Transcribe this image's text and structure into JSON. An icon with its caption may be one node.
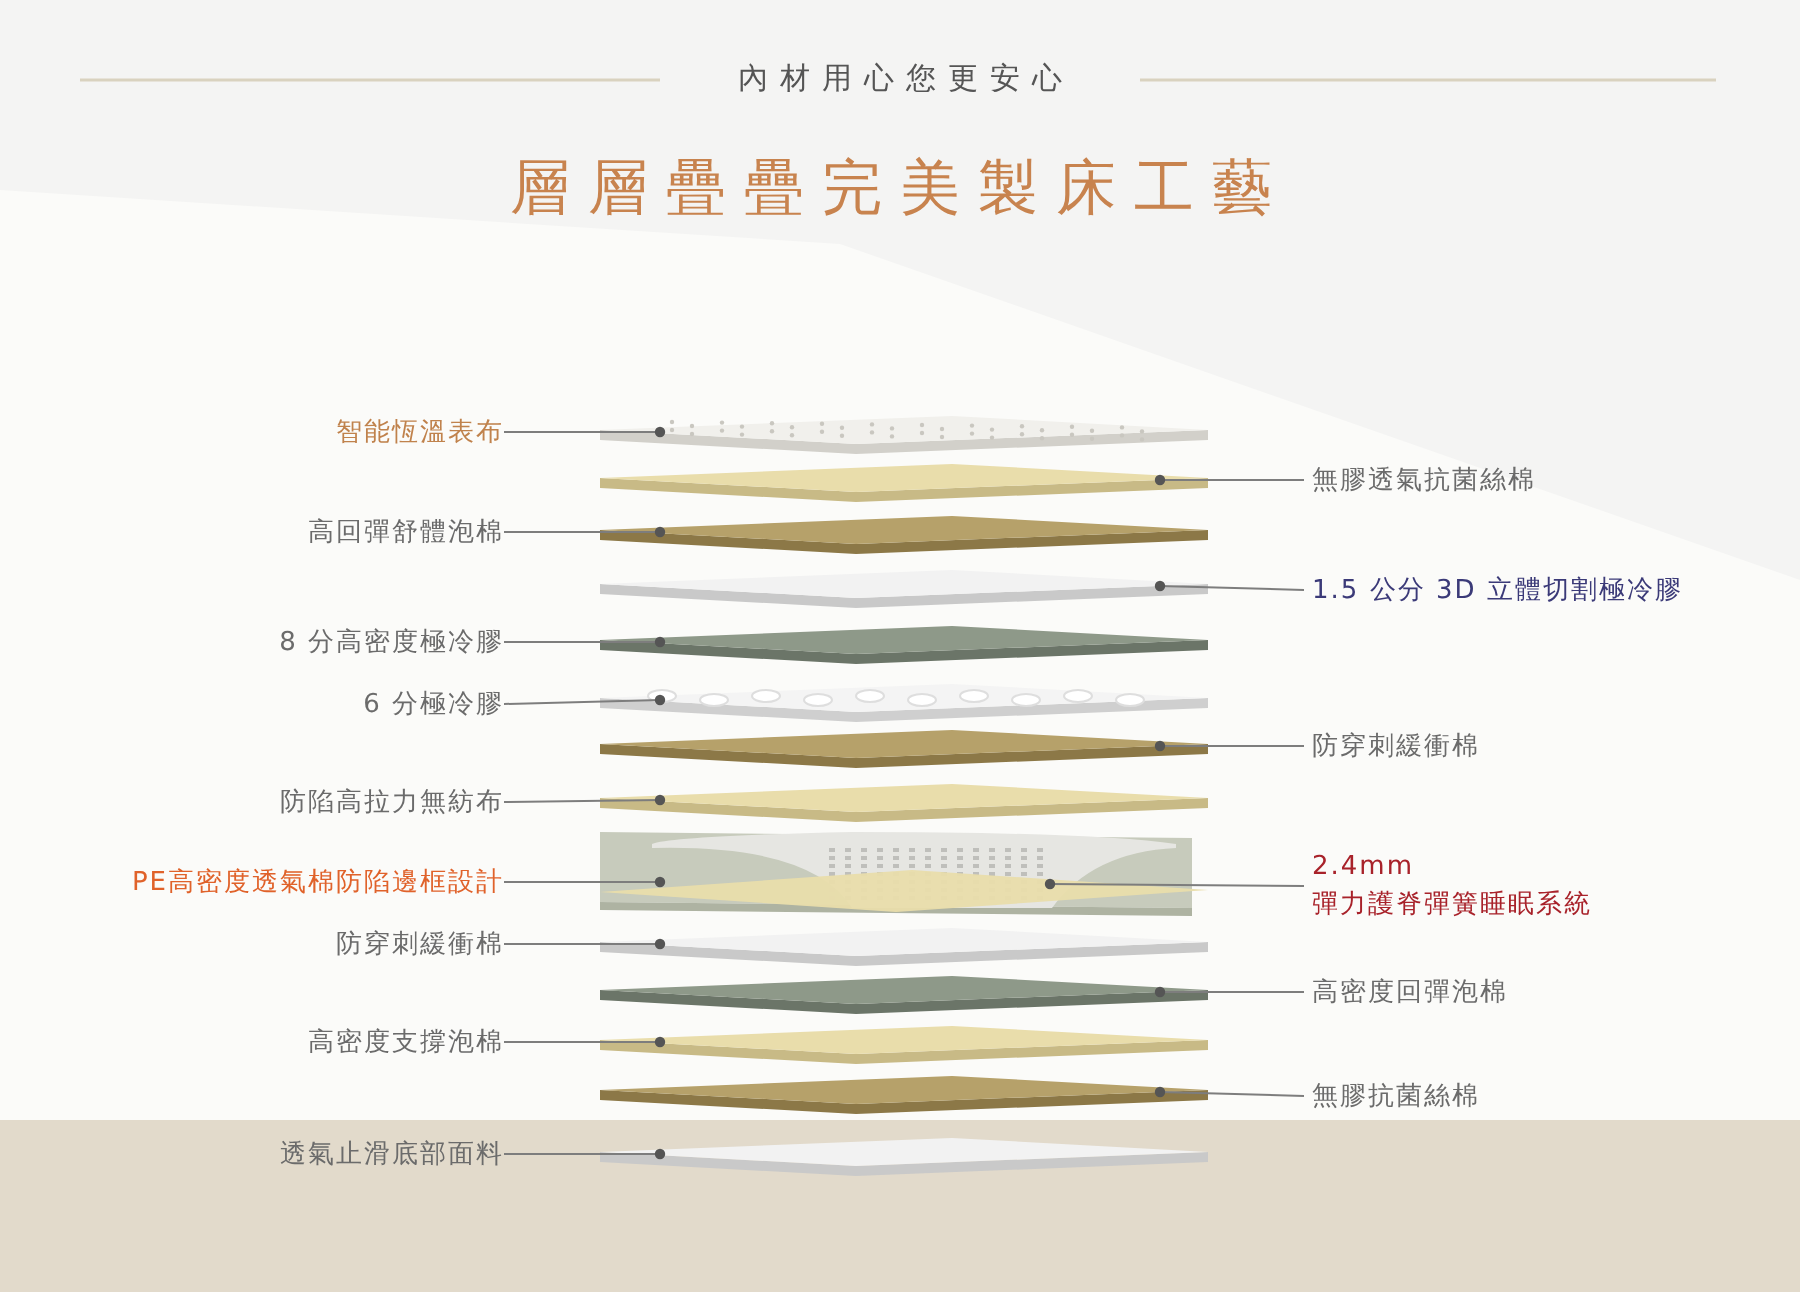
{
  "diagram": {
    "title": "層層疊疊完美製床工藝",
    "nodes": [
      {
        "text": [],
        "shape": "bar"
      },
      {
        "text": [],
        "shape": "bar"
      },
      {
        "text": [],
        "shape": "bar"
      },
      {
        "text": [],
        "shape": "bar"
      },
      {
        "text": [],
        "shape": "bar"
      },
      {
        "text": [],
        "shape": "bar"
      },
      {
        "text": [],
        "shape": "bar"
      },
      {
        "text": [],
        "shape": "bar"
      },
      {
        "text": [],
        "shape": "bar"
      },
      {
        "text": [],
        "shape": "bar"
      },
      {
        "text": [],
        "shape": "bar"
      },
      {
        "text": [],
        "shape": "bar"
      },
      {
        "text": [],
        "shape": "bar"
      },
      {
        "text": [],
        "shape": "bar"
      },
      {
        "text": [
          "智能恆溫表布"
        ]
      },
      {
        "text": [
          "無膠透氣抗菌絲棉"
        ]
      },
      {
        "text": [
          "高回彈舒體泡棉"
        ]
      },
      {
        "text": [
          "1.5 公分 3D 立體切割極冷膠"
        ]
      },
      {
        "text": [
          "8 分高密度極冷膠"
        ]
      },
      {
        "text": [
          "6 分極冷膠"
        ]
      },
      {
        "text": [
          "防穿刺緩衝棉"
        ]
      },
      {
        "text": [
          "防陷高拉力無紡布"
        ]
      },
      {
        "text": [
          "PE高密度透氣棉防陷邊框設計"
        ]
      },
      {
        "text": [
          "2.4mm",
          "彈力護脊彈簧睡眠系統"
        ]
      },
      {
        "text": [
          "防穿刺緩衝棉"
        ]
      },
      {
        "text": [
          "高密度回彈泡棉"
        ]
      },
      {
        "text": [
          "高密度支撐泡棉"
        ]
      },
      {
        "text": [
          "無膠抗菌絲棉"
        ]
      },
      {
        "text": [
          "透氣止滑底部面料"
        ]
      }
    ],
    "edges": [
      {
        "from": 14,
        "to": 0,
        "arrow": "other"
      },
      {
        "from": 15,
        "to": 1,
        "arrow": "other"
      },
      {
        "from": 16,
        "to": 2,
        "arrow": "other"
      },
      {
        "from": 17,
        "to": 3,
        "arrow": "other"
      },
      {
        "from": 18,
        "to": 4,
        "arrow": "other"
      },
      {
        "from": 19,
        "to": 5,
        "arrow": "other"
      },
      {
        "from": 20,
        "to": 6,
        "arrow": "other"
      },
      {
        "from": 21,
        "to": 7,
        "arrow": "other"
      },
      {
        "from": 22,
        "to": 8,
        "arrow": "other"
      },
      {
        "from": 23,
        "to": 8,
        "arrow": "other"
      },
      {
        "from": 24,
        "to": 9,
        "arrow": "other"
      },
      {
        "from": 25,
        "to": 10,
        "arrow": "other"
      },
      {
        "from": 26,
        "to": 11,
        "arrow": "other"
      },
      {
        "from": 27,
        "to": 12,
        "arrow": "other"
      },
      {
        "from": 28,
        "to": 13,
        "arrow": "other"
      }
    ],
    "labels": [
      "內材用心您更安心"
    ]
  }
}
